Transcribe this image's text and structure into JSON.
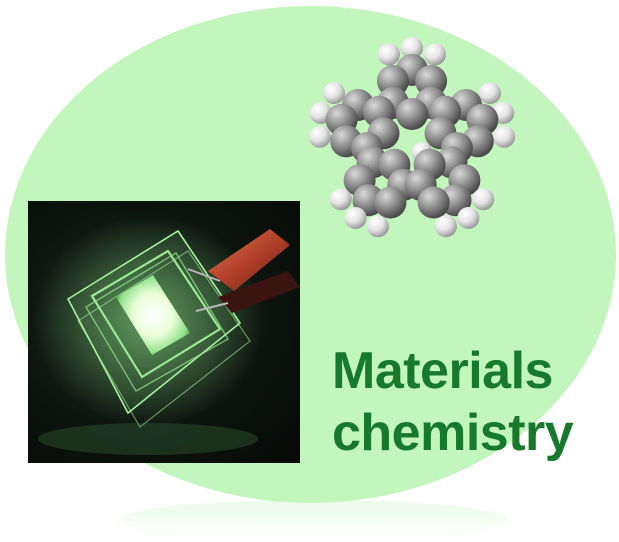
{
  "title": {
    "line1": "Materials",
    "line2": "chemistry"
  },
  "colors": {
    "background_oval": "#c2f6bd",
    "title_text": "#17792b",
    "device_glow": "#eaffd8",
    "device_edge": "#8fe08a",
    "atom_carbon": "#8d8d8d",
    "atom_hydrogen": "#e9e9e9"
  },
  "graphics": {
    "device_photo": "glowing-oled-device",
    "molecule_model": "space-filling-molecule"
  }
}
